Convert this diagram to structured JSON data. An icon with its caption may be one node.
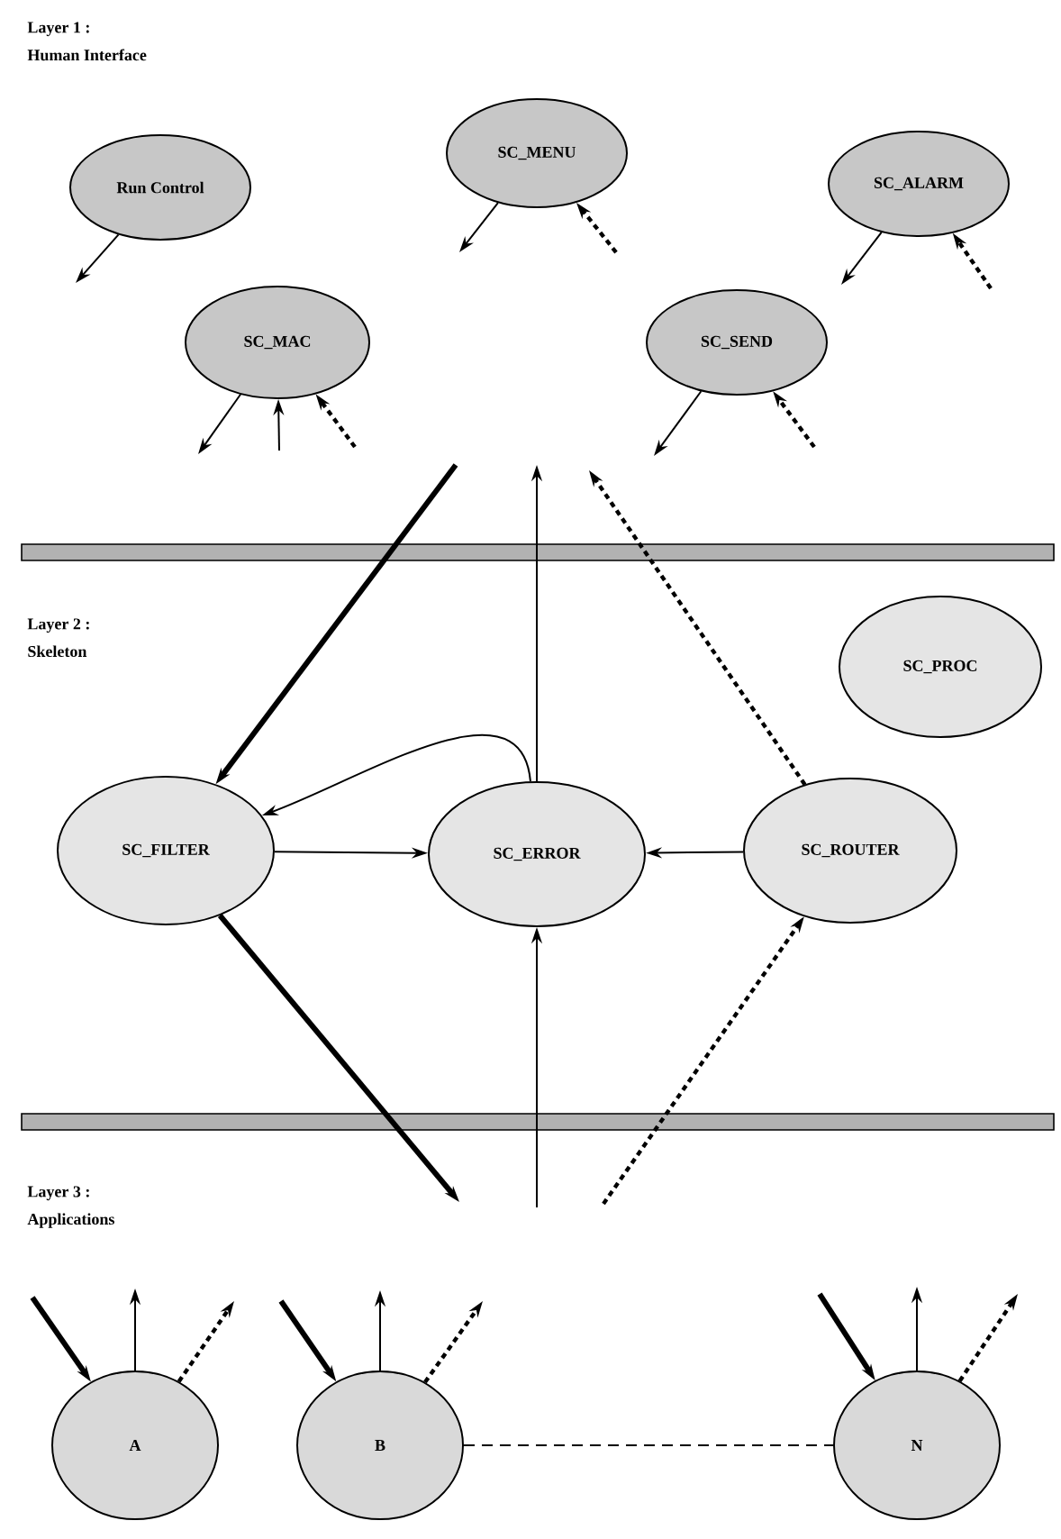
{
  "diagram": {
    "nodes": [
      {
        "text": [
          "Run Control"
        ]
      },
      {
        "text": [
          "SC_MENU"
        ]
      },
      {
        "text": [
          "SC_ALARM"
        ]
      },
      {
        "text": [
          "SC_MAC"
        ]
      },
      {
        "text": [
          "SC_SEND"
        ]
      },
      {
        "text": [
          "SC_PROC"
        ]
      },
      {
        "text": [
          "SC_FILTER"
        ]
      },
      {
        "text": [
          "SC_ERROR"
        ]
      },
      {
        "text": [
          "SC_ROUTER"
        ]
      },
      {
        "text": [
          "A"
        ]
      },
      {
        "text": [
          "B"
        ]
      },
      {
        "text": [
          "N"
        ]
      }
    ],
    "edges": [
      {
        "from": 0,
        "to": null,
        "arrow": "to"
      },
      {
        "from": 1,
        "to": null,
        "arrow": "to"
      },
      {
        "from": null,
        "to": 1,
        "arrow": "to",
        "style": "dashed"
      },
      {
        "from": 2,
        "to": null,
        "arrow": "to"
      },
      {
        "from": null,
        "to": 2,
        "arrow": "to",
        "style": "dashed"
      },
      {
        "from": 3,
        "to": null,
        "arrow": "to"
      },
      {
        "from": null,
        "to": 3,
        "arrow": "to"
      },
      {
        "from": null,
        "to": 3,
        "arrow": "to",
        "style": "dashed"
      },
      {
        "from": 4,
        "to": null,
        "arrow": "to"
      },
      {
        "from": null,
        "to": 4,
        "arrow": "to",
        "style": "dashed"
      },
      {
        "from": null,
        "to": 6,
        "arrow": "to",
        "style": "thick"
      },
      {
        "from": 7,
        "to": null,
        "arrow": "to"
      },
      {
        "from": 8,
        "to": null,
        "arrow": "to",
        "style": "dashed"
      },
      {
        "from": 6,
        "to": 7,
        "arrow": "to"
      },
      {
        "from": 8,
        "to": 7,
        "arrow": "to"
      },
      {
        "from": 7,
        "to": 6,
        "arrow": "to"
      },
      {
        "from": 6,
        "to": null,
        "arrow": "to",
        "style": "thick"
      },
      {
        "from": null,
        "to": 7,
        "arrow": "to"
      },
      {
        "from": null,
        "to": 8,
        "arrow": "to",
        "style": "dashed"
      },
      {
        "from": null,
        "to": 9,
        "arrow": "to",
        "style": "thick"
      },
      {
        "from": 9,
        "to": null,
        "arrow": "to"
      },
      {
        "from": 9,
        "to": null,
        "arrow": "to",
        "style": "dashed"
      },
      {
        "from": null,
        "to": 10,
        "arrow": "to",
        "style": "thick"
      },
      {
        "from": 10,
        "to": null,
        "arrow": "to"
      },
      {
        "from": 10,
        "to": null,
        "arrow": "to",
        "style": "dashed"
      },
      {
        "from": null,
        "to": 11,
        "arrow": "to",
        "style": "thick"
      },
      {
        "from": 11,
        "to": null,
        "arrow": "to"
      },
      {
        "from": 11,
        "to": null,
        "arrow": "to",
        "style": "dashed"
      },
      {
        "from": 10,
        "to": 11,
        "arrow": "none",
        "style": "dashed"
      }
    ],
    "labels": [
      "Layer 1 :",
      "Human Interface",
      "Layer 2 :",
      "Skeleton",
      "Layer 3 :",
      "Applications"
    ]
  }
}
